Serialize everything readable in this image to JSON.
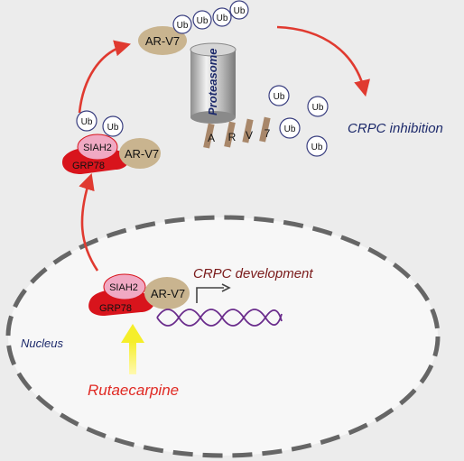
{
  "labels": {
    "ub": "Ub",
    "ar_v7": "AR-V7",
    "siah2": "SIAH2",
    "grp78": "GRP78",
    "proteasome": "Proteasome",
    "fragments": [
      "A",
      "R",
      "V",
      "7"
    ],
    "crpc_inhibition": "CRPC inhibition",
    "crpc_development": "CRPC development",
    "nucleus": "Nucleus",
    "rutaecarpine": "Rutaecarpine"
  },
  "colors": {
    "background": "#ececec",
    "nucleus_fill": "#f7f7f7",
    "nucleus_border": "#666666",
    "arv7": "#c9b48f",
    "siah2": "#f0a9c3",
    "grp78": "#d8141c",
    "arrow_red": "#e03a30",
    "arrow_yellow": "#f5ee2a",
    "dna": "#6a2c8c",
    "text_navy": "#1d2a6b",
    "text_darkred": "#7a1a1a",
    "text_red": "#e02a24",
    "fragment": "#a8876a",
    "ub_stroke": "#3a3f80"
  }
}
